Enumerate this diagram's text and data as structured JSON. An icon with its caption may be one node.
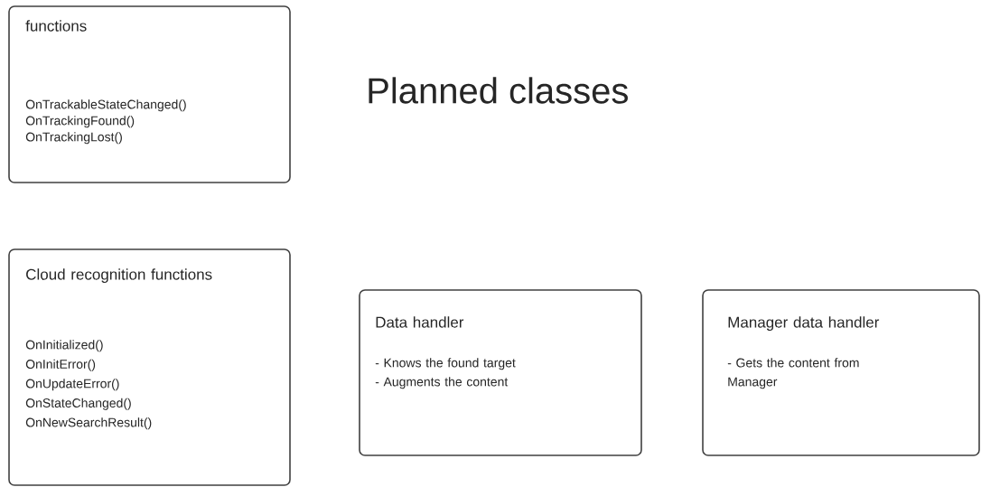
{
  "diagram": {
    "title": "Planned classes",
    "nodes": [
      {
        "text": [
          "functions",
          "OnTrackableStateChanged()",
          "OnTrackingFound()",
          "OnTrackingLost()"
        ]
      },
      {
        "text": [
          "Cloud recognition functions",
          "OnInitialized()",
          "OnInitError()",
          "OnUpdateError()",
          "OnStateChanged()",
          "OnNewSearchResult()"
        ]
      },
      {
        "text": [
          "Data handler",
          "- Knows the found target",
          "- Augments the content"
        ]
      },
      {
        "text": [
          "Manager data handler",
          "- Gets the content from Manager"
        ]
      }
    ]
  }
}
